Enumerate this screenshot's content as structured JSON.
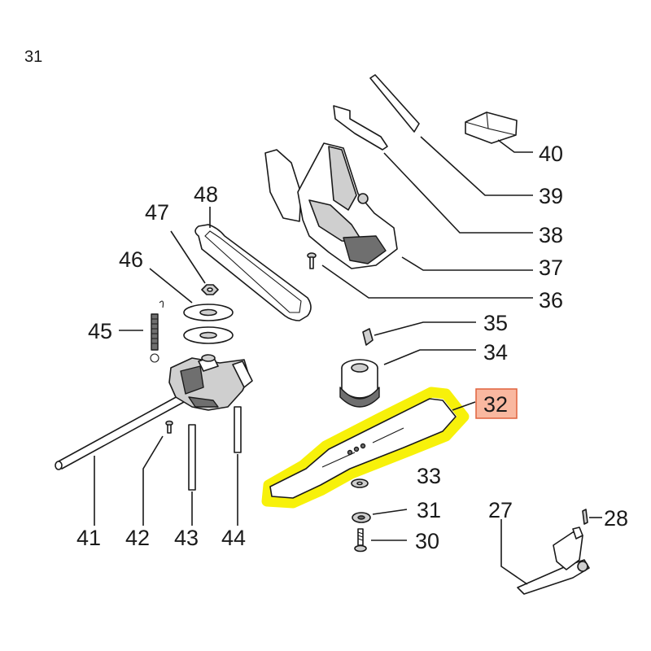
{
  "corner_text": "31",
  "callouts": [
    {
      "id": "40",
      "text": "40",
      "highlighted": false
    },
    {
      "id": "39",
      "text": "39",
      "highlighted": false
    },
    {
      "id": "38",
      "text": "38",
      "highlighted": false
    },
    {
      "id": "37",
      "text": "37",
      "highlighted": false
    },
    {
      "id": "36",
      "text": "36",
      "highlighted": false
    },
    {
      "id": "35",
      "text": "35",
      "highlighted": false
    },
    {
      "id": "34",
      "text": "34",
      "highlighted": false
    },
    {
      "id": "32",
      "text": "32",
      "highlighted": true
    },
    {
      "id": "33",
      "text": "33",
      "highlighted": false
    },
    {
      "id": "31",
      "text": "31",
      "highlighted": false
    },
    {
      "id": "30",
      "text": "30",
      "highlighted": false
    },
    {
      "id": "27",
      "text": "27",
      "highlighted": false
    },
    {
      "id": "28",
      "text": "28",
      "highlighted": false
    },
    {
      "id": "48",
      "text": "48",
      "highlighted": false
    },
    {
      "id": "47",
      "text": "47",
      "highlighted": false
    },
    {
      "id": "46",
      "text": "46",
      "highlighted": false
    },
    {
      "id": "45",
      "text": "45",
      "highlighted": false
    },
    {
      "id": "41",
      "text": "41",
      "highlighted": false
    },
    {
      "id": "42",
      "text": "42",
      "highlighted": false
    },
    {
      "id": "43",
      "text": "43",
      "highlighted": false
    },
    {
      "id": "44",
      "text": "44",
      "highlighted": false
    }
  ],
  "colors": {
    "highlight_outline": "#f7f10a",
    "callout_highlight_fill": "#f9b8a0",
    "callout_highlight_border": "#e0623d",
    "ink": "#1a1a1a"
  }
}
